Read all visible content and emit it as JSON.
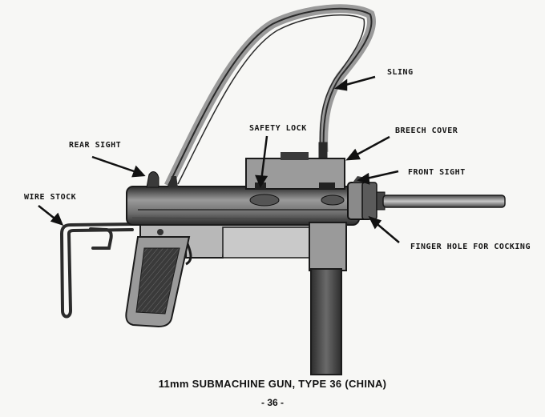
{
  "figure": {
    "subject": "submachine-gun-line-drawing",
    "callouts": [
      {
        "id": "sling",
        "label": "SLING"
      },
      {
        "id": "safety-lock",
        "label": "SAFETY LOCK"
      },
      {
        "id": "breech-cover",
        "label": "BREECH COVER"
      },
      {
        "id": "rear-sight",
        "label": "REAR SIGHT"
      },
      {
        "id": "front-sight",
        "label": "FRONT SIGHT"
      },
      {
        "id": "wire-stock",
        "label": "WIRE STOCK"
      },
      {
        "id": "finger-hole",
        "label": "FINGER HOLE FOR COCKING"
      }
    ],
    "caption": "11mm SUBMACHINE GUN, TYPE 36 (CHINA)",
    "page_number": "- 36 -"
  },
  "colors": {
    "paper": "#f7f7f5",
    "ink": "#151515",
    "metal_dark": "#3a3a3a",
    "metal_mid": "#7a7a7a",
    "metal_light": "#bdbdbd"
  }
}
